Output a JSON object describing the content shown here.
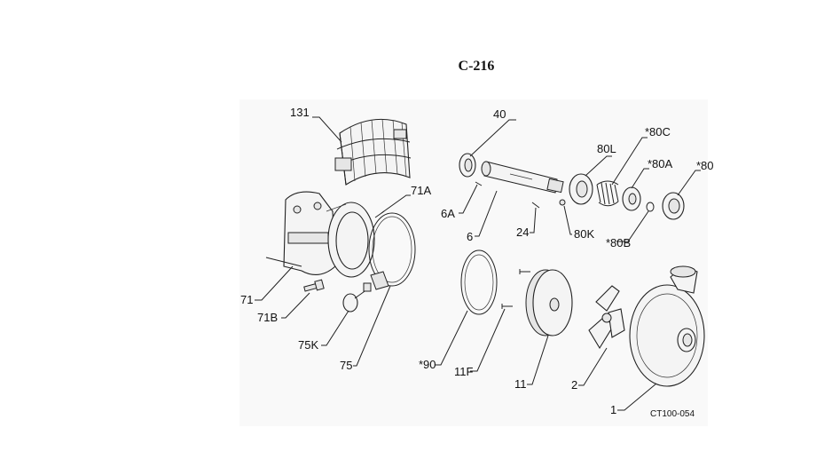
{
  "title": "C-216",
  "drawing_code": "CT100-054",
  "labels": {
    "l131": "131",
    "l40": "40",
    "l71A": "71A",
    "l80L": "80L",
    "l80C": "*80C",
    "l80A": "*80A",
    "l80": "*80",
    "l6A": "6A",
    "l6": "6",
    "l24": "24",
    "l80K": "80K",
    "l80B": "*80B",
    "l71": "71",
    "l71B": "71B",
    "l75K": "75K",
    "l75": "75",
    "l90": "*90",
    "l11F": "11F",
    "l11": "11",
    "l2": "2",
    "l1": "1"
  }
}
